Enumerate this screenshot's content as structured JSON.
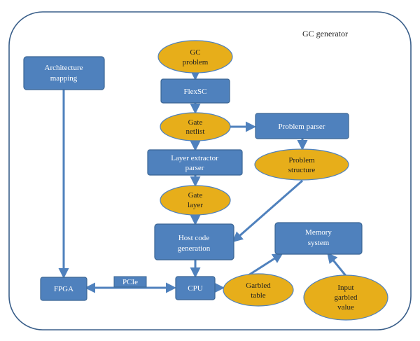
{
  "title": "GC generator",
  "colors": {
    "box_fill": "#4f81bd",
    "box_stroke": "#3a6593",
    "ellipse_fill": "#e7ae1a",
    "ellipse_stroke": "#4f81bd",
    "arrow": "#4f81bd",
    "frame": "#3a5f8a"
  },
  "nodes": {
    "architecture_mapping": {
      "line1": "Architecture",
      "line2": "mapping"
    },
    "gc_problem": {
      "line1": "GC",
      "line2": "problem"
    },
    "flexsc": {
      "label": "FlexSC"
    },
    "gate_netlist": {
      "line1": "Gate",
      "line2": "netlist"
    },
    "problem_parser": {
      "label": "Problem parser"
    },
    "layer_extractor_parser": {
      "line1": "Layer extractor",
      "line2": "parser"
    },
    "problem_structure": {
      "line1": "Problem",
      "line2": "structure"
    },
    "gate_layer": {
      "line1": "Gate",
      "line2": "layer"
    },
    "host_code_generation": {
      "line1": "Host code",
      "line2": "generation"
    },
    "memory_system": {
      "line1": "Memory",
      "line2": "system"
    },
    "fpga": {
      "label": "FPGA"
    },
    "pcie": {
      "label": "PCIe"
    },
    "cpu": {
      "label": "CPU"
    },
    "garbled_table": {
      "line1": "Garbled",
      "line2": "table"
    },
    "input_garbled_value": {
      "line1": "Input",
      "line2": "garbled",
      "line3": "value"
    }
  }
}
